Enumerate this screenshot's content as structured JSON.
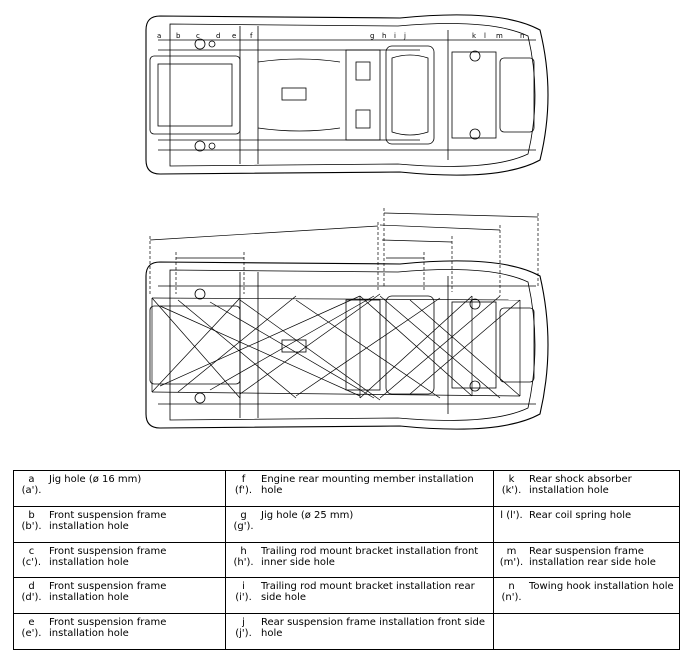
{
  "point_labels": [
    "a",
    "b",
    "c",
    "d",
    "e",
    "f",
    "g",
    "h",
    "i",
    "j",
    "k",
    "l",
    "m",
    "n"
  ],
  "legend": [
    [
      {
        "letter": "a",
        "prime": "(a').",
        "text": "Jig hole (ø 16 mm)"
      },
      {
        "letter": "f",
        "prime": "(f').",
        "text": "Engine rear mounting member installation hole"
      },
      {
        "letter": "k",
        "prime": "(k').",
        "text": "Rear shock absorber installation hole"
      }
    ],
    [
      {
        "letter": "b",
        "prime": "(b').",
        "text": "Front suspension frame installation hole"
      },
      {
        "letter": "g",
        "prime": "(g').",
        "text": "Jig hole (ø 25 mm)"
      },
      {
        "letter": "",
        "prime": "l (l').",
        "text": "Rear coil spring hole"
      }
    ],
    [
      {
        "letter": "c",
        "prime": "(c').",
        "text": "Front suspension frame installation hole"
      },
      {
        "letter": "h",
        "prime": "(h').",
        "text": "Trailing rod mount bracket installation front inner side hole"
      },
      {
        "letter": "m",
        "prime": "(m').",
        "text": "Rear suspension frame installation rear side hole"
      }
    ],
    [
      {
        "letter": "d",
        "prime": "(d').",
        "text": "Front suspension frame installation hole"
      },
      {
        "letter": "i",
        "prime": "(i').",
        "text": "Trailing rod mount bracket installation rear side hole"
      },
      {
        "letter": "n",
        "prime": "(n').",
        "text": "Towing hook installation hole"
      }
    ],
    [
      {
        "letter": "e",
        "prime": "(e').",
        "text": "Front suspension frame installation hole"
      },
      {
        "letter": "j",
        "prime": "(j').",
        "text": "Rear suspension frame installation front side hole"
      },
      {
        "letter": "",
        "prime": "",
        "text": ""
      }
    ]
  ]
}
